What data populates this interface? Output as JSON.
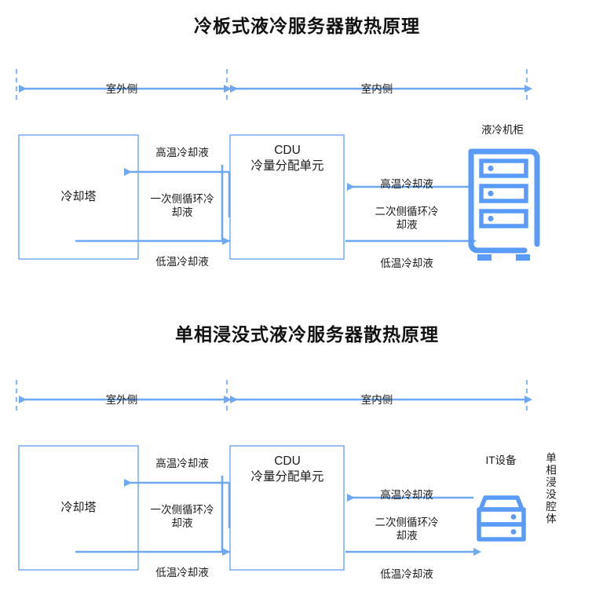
{
  "colors": {
    "pipe": "#6EA8F2",
    "box_border": "#7DB0F1",
    "icon": "#5B9BF8",
    "dashed": "#8CB9F2",
    "text": "#1a1a1a",
    "title": "#111111",
    "background": "#ffffff"
  },
  "diagrams": [
    {
      "id": "cold-plate",
      "title": "冷板式液冷服务器散热原理",
      "zones": {
        "outdoor": "室外侧",
        "indoor": "室内侧"
      },
      "nodes": {
        "cooling_tower": "冷却塔",
        "cdu_line1": "CDU",
        "cdu_line2": "冷量分配单元",
        "equipment_label": "液冷机柜"
      },
      "primary_loop": {
        "hot_label": "高温冷却液",
        "loop_label_line1": "一次侧循环冷",
        "loop_label_line2": "却液",
        "cold_label": "低温冷却液"
      },
      "secondary_loop": {
        "hot_label": "高温冷却液",
        "loop_label_line1": "二次侧循环冷",
        "loop_label_line2": "却液",
        "cold_label": "低温冷却液"
      }
    },
    {
      "id": "immersion",
      "title": "单相浸没式液冷服务器散热原理",
      "zones": {
        "outdoor": "室外侧",
        "indoor": "室内侧"
      },
      "nodes": {
        "cooling_tower": "冷却塔",
        "cdu_line1": "CDU",
        "cdu_line2": "冷量分配单元",
        "equipment_label": "IT设备",
        "tank_label": "单相浸没腔体"
      },
      "primary_loop": {
        "hot_label": "高温冷却液",
        "loop_label_line1": "一次侧循环冷",
        "loop_label_line2": "却液",
        "cold_label": "低温冷却液"
      },
      "secondary_loop": {
        "hot_label": "高温冷却液",
        "loop_label_line1": "二次侧循环冷",
        "loop_label_line2": "却液",
        "cold_label": "低温冷却液"
      }
    }
  ]
}
